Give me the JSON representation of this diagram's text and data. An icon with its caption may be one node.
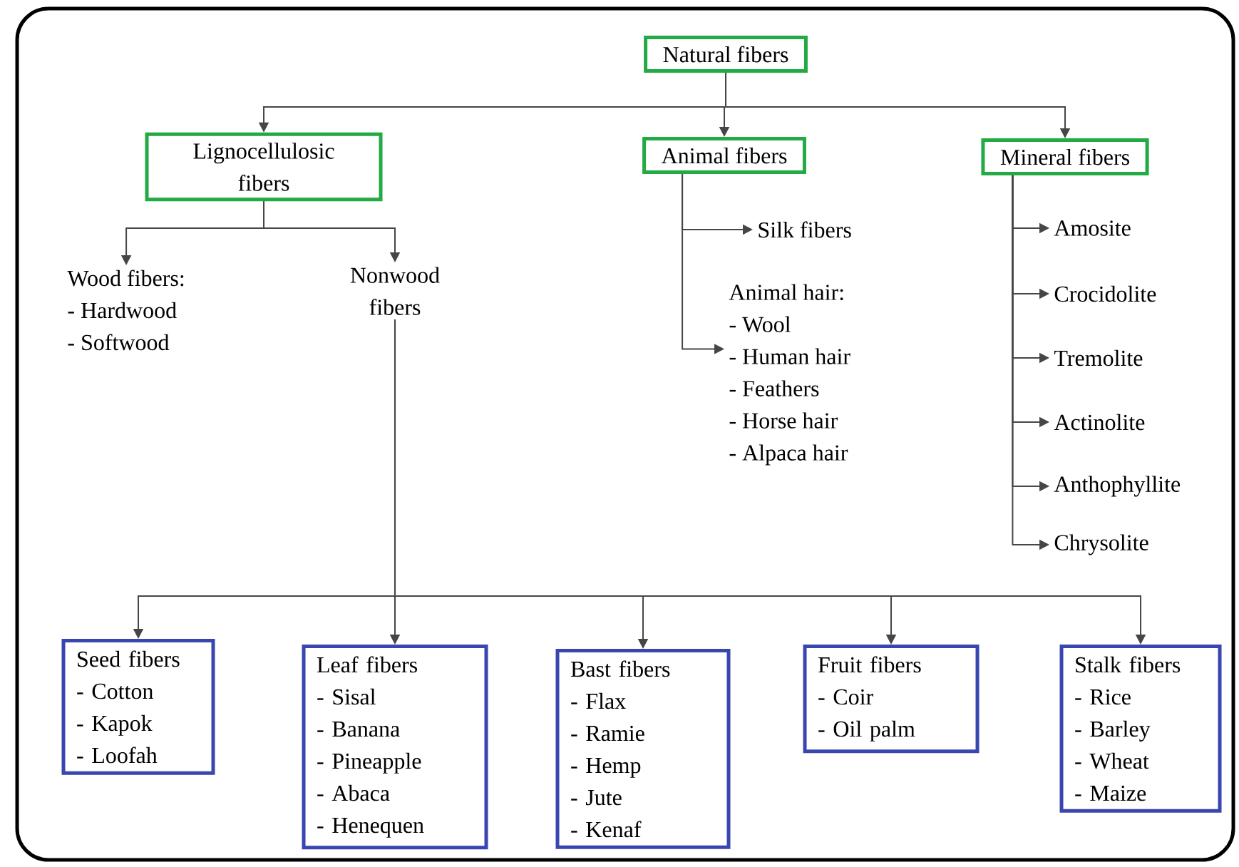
{
  "diagram": {
    "nodes": [
      {
        "text": [
          "Natural fibers"
        ]
      },
      {
        "text": [
          "Lignocellulosic fibers"
        ]
      },
      {
        "text": [
          "Animal fibers"
        ]
      },
      {
        "text": [
          "Mineral fibers"
        ]
      },
      {
        "text": [
          "Wood fibers:",
          "- Hardwood",
          "- Softwood"
        ]
      },
      {
        "text": [
          "Nonwood fibers"
        ]
      },
      {
        "text": [
          "Silk fibers"
        ]
      },
      {
        "text": [
          "Animal hair:",
          "- Wool",
          "- Human hair",
          "- Feathers",
          "- Horse hair",
          "- Alpaca hair"
        ]
      },
      {
        "text": [
          "Amosite"
        ]
      },
      {
        "text": [
          "Crocidolite"
        ]
      },
      {
        "text": [
          "Tremolite"
        ]
      },
      {
        "text": [
          "Actinolite"
        ]
      },
      {
        "text": [
          "Anthophyllite"
        ]
      },
      {
        "text": [
          "Chrysolite"
        ]
      },
      {
        "text": [
          "Seed fibers",
          "- Cotton",
          "- Kapok",
          "- Loofah"
        ]
      },
      {
        "text": [
          "Leaf fibers",
          "- Sisal",
          "- Banana",
          "- Pineapple",
          "- Abaca",
          "- Henequen"
        ]
      },
      {
        "text": [
          "Bast fibers",
          "- Flax",
          "- Ramie",
          "- Hemp",
          "- Jute",
          "- Kenaf"
        ]
      },
      {
        "text": [
          "Fruit fibers",
          "- Coir",
          "- Oil palm"
        ]
      },
      {
        "text": [
          "Stalk fibers",
          "- Rice",
          "- Barley",
          "- Wheat",
          "- Maize"
        ]
      }
    ],
    "edges": [
      {
        "from": 0,
        "to": 1,
        "arrow": "to"
      },
      {
        "from": 0,
        "to": 2,
        "arrow": "to"
      },
      {
        "from": 0,
        "to": 3,
        "arrow": "to"
      },
      {
        "from": 1,
        "to": 4,
        "arrow": "to"
      },
      {
        "from": 1,
        "to": 5,
        "arrow": "to"
      },
      {
        "from": 2,
        "to": 6,
        "arrow": "to"
      },
      {
        "from": 2,
        "to": 7,
        "arrow": "to"
      },
      {
        "from": 3,
        "to": 8,
        "arrow": "to"
      },
      {
        "from": 3,
        "to": 9,
        "arrow": "to"
      },
      {
        "from": 3,
        "to": 10,
        "arrow": "to"
      },
      {
        "from": 3,
        "to": 11,
        "arrow": "to"
      },
      {
        "from": 3,
        "to": 12,
        "arrow": "to"
      },
      {
        "from": 3,
        "to": 13,
        "arrow": "to"
      },
      {
        "from": 5,
        "to": 14,
        "arrow": "to"
      },
      {
        "from": 5,
        "to": 15,
        "arrow": "to"
      },
      {
        "from": 5,
        "to": 16,
        "arrow": "to"
      },
      {
        "from": 5,
        "to": 17,
        "arrow": "to"
      },
      {
        "from": 5,
        "to": 18,
        "arrow": "to"
      }
    ]
  }
}
